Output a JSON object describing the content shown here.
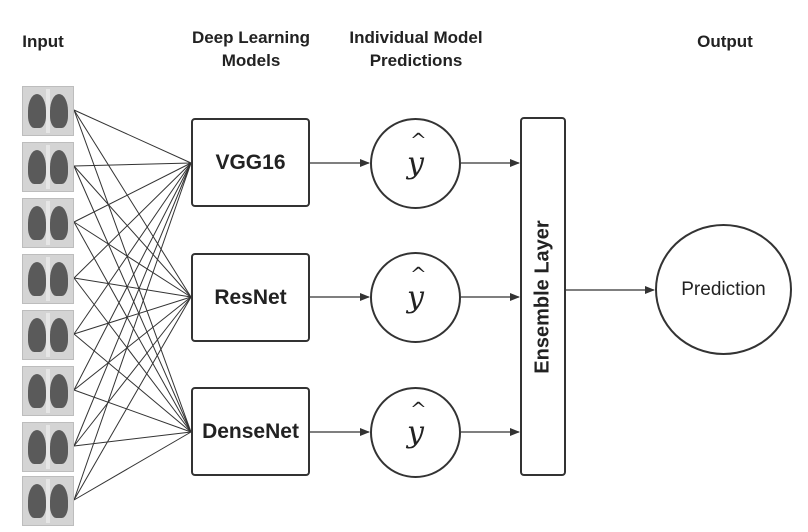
{
  "headers": {
    "input": "Input",
    "models_line1": "Deep Learning",
    "models_line2": "Models",
    "predictions_line1": "Individual Model",
    "predictions_line2": "Predictions",
    "output": "Output"
  },
  "input_images": [
    "x-ray-1",
    "x-ray-2",
    "x-ray-3",
    "x-ray-4",
    "x-ray-5",
    "x-ray-6",
    "x-ray-7",
    "x-ray-8"
  ],
  "models": [
    "VGG16",
    "ResNet",
    "DenseNet"
  ],
  "prediction_symbol": "y",
  "prediction_hat": "^",
  "ensemble_label": "Ensemble Layer",
  "output_label": "Prediction",
  "colors": {
    "stroke": "#333333",
    "xray_bg": "#d4d4d4",
    "lung": "#5a5a5a"
  }
}
